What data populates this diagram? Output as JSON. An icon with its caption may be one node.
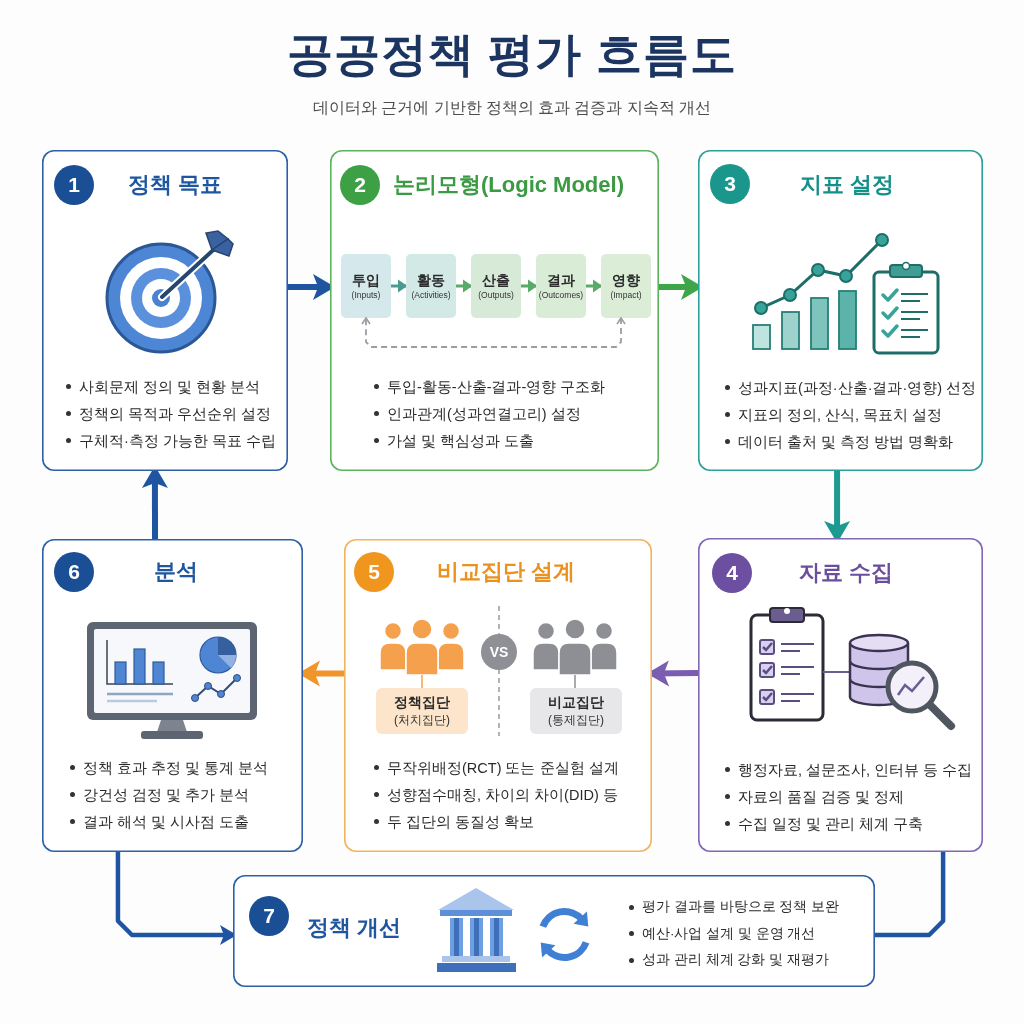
{
  "diagram": {
    "title": "공공정책 평가 흐름도",
    "nodes": [
      {
        "text": [
          "정책 목표",
          "사회문제 정의 및 현황 분석",
          "정책의 목적과 우선순위 설정",
          "구체적·측정 가능한 목표 수립"
        ]
      },
      {
        "text": [
          "1"
        ],
        "in": 0
      },
      {
        "text": [
          "논리모형(Logic Model)",
          "투입-활동-산출-결과-영향 구조화",
          "인과관계(성과연결고리) 설정",
          "가설 및 핵심성과 도출"
        ]
      },
      {
        "text": [
          "2"
        ],
        "in": 2
      },
      {
        "text": [
          "투입",
          "(Inputs)"
        ],
        "in": 2
      },
      {
        "text": [
          "활동",
          "(Activities)"
        ],
        "in": 2
      },
      {
        "text": [
          "산출",
          "(Outputs)"
        ],
        "in": 2
      },
      {
        "text": [
          "결과",
          "(Outcomes)"
        ],
        "in": 2
      },
      {
        "text": [
          "영향",
          "(Impact)"
        ],
        "in": 2
      },
      {
        "text": [
          "지표 설정",
          "성과지표(과정·산출·결과·영향) 선정",
          "지표의 정의, 산식, 목표치 설정",
          "데이터 출처 및 측정 방법 명확화"
        ]
      },
      {
        "text": [
          "3"
        ],
        "in": 9
      },
      {
        "text": [
          "분석",
          "정책 효과 추정 및 통계 분석",
          "강건성 검정 및 추가 분석",
          "결과 해석 및 시사점 도출"
        ]
      },
      {
        "text": [
          "6"
        ],
        "in": 11
      },
      {
        "text": [
          "비교집단 설계",
          "무작위배정(RCT) 또는 준실험 설계",
          "성향점수매칭, 차이의 차이(DID) 등",
          "두 집단의 동질성 확보"
        ]
      },
      {
        "text": [
          "5"
        ],
        "in": 13
      },
      {
        "text": [
          "정책집단",
          "(처치집단)"
        ],
        "in": 13
      },
      {
        "text": [
          "VS"
        ],
        "in": 13
      },
      {
        "text": [
          "비교집단",
          "(통제집단)"
        ],
        "in": 13
      },
      {
        "text": [
          "자료 수집",
          "행정자료, 설문조사, 인터뷰 등 수집",
          "자료의 품질 검증 및 정제",
          "수집 일정 및 관리 체계 구축"
        ]
      },
      {
        "text": [
          "4"
        ],
        "in": 18
      },
      {
        "text": [
          "정책 개선",
          "평가 결과를 바탕으로 정책 보완",
          "예산·사업 설계 및 운영 개선",
          "성과 관리 체계 강화 및 재평가"
        ]
      },
      {
        "text": [
          "7"
        ],
        "in": 20
      }
    ],
    "edges": [
      {
        "from": 0,
        "to": 2,
        "arrow": "to"
      },
      {
        "from": 2,
        "to": 9,
        "arrow": "to",
        "color": "#3fa54a"
      },
      {
        "from": 4,
        "to": 5,
        "arrow": "to",
        "color": "#4b9a93"
      },
      {
        "from": 5,
        "to": 6,
        "arrow": "to",
        "color": "#5aab69"
      },
      {
        "from": 6,
        "to": 7,
        "arrow": "to",
        "color": "#5aab69"
      },
      {
        "from": 7,
        "to": 8,
        "arrow": "to",
        "color": "#5aab69"
      },
      {
        "from": 8,
        "to": 4,
        "arrow": "both",
        "style": "dashed",
        "color": "#9a9ea4"
      },
      {
        "from": 9,
        "to": 18,
        "arrow": "to",
        "color": "#1c9a8f"
      },
      {
        "from": 18,
        "to": 13,
        "arrow": "to",
        "color": "#7a5db0"
      },
      {
        "from": 13,
        "to": 11,
        "arrow": "to",
        "color": "#f0952a"
      },
      {
        "from": 11,
        "to": 0,
        "arrow": "to"
      },
      {
        "from": 11,
        "to": 20,
        "arrow": "to"
      },
      {
        "from": 18,
        "to": 20,
        "arrow": "none"
      }
    ],
    "labels": [
      "데이터와 근거에 기반한 정책의 효과 검증과 지속적 개선"
    ]
  }
}
